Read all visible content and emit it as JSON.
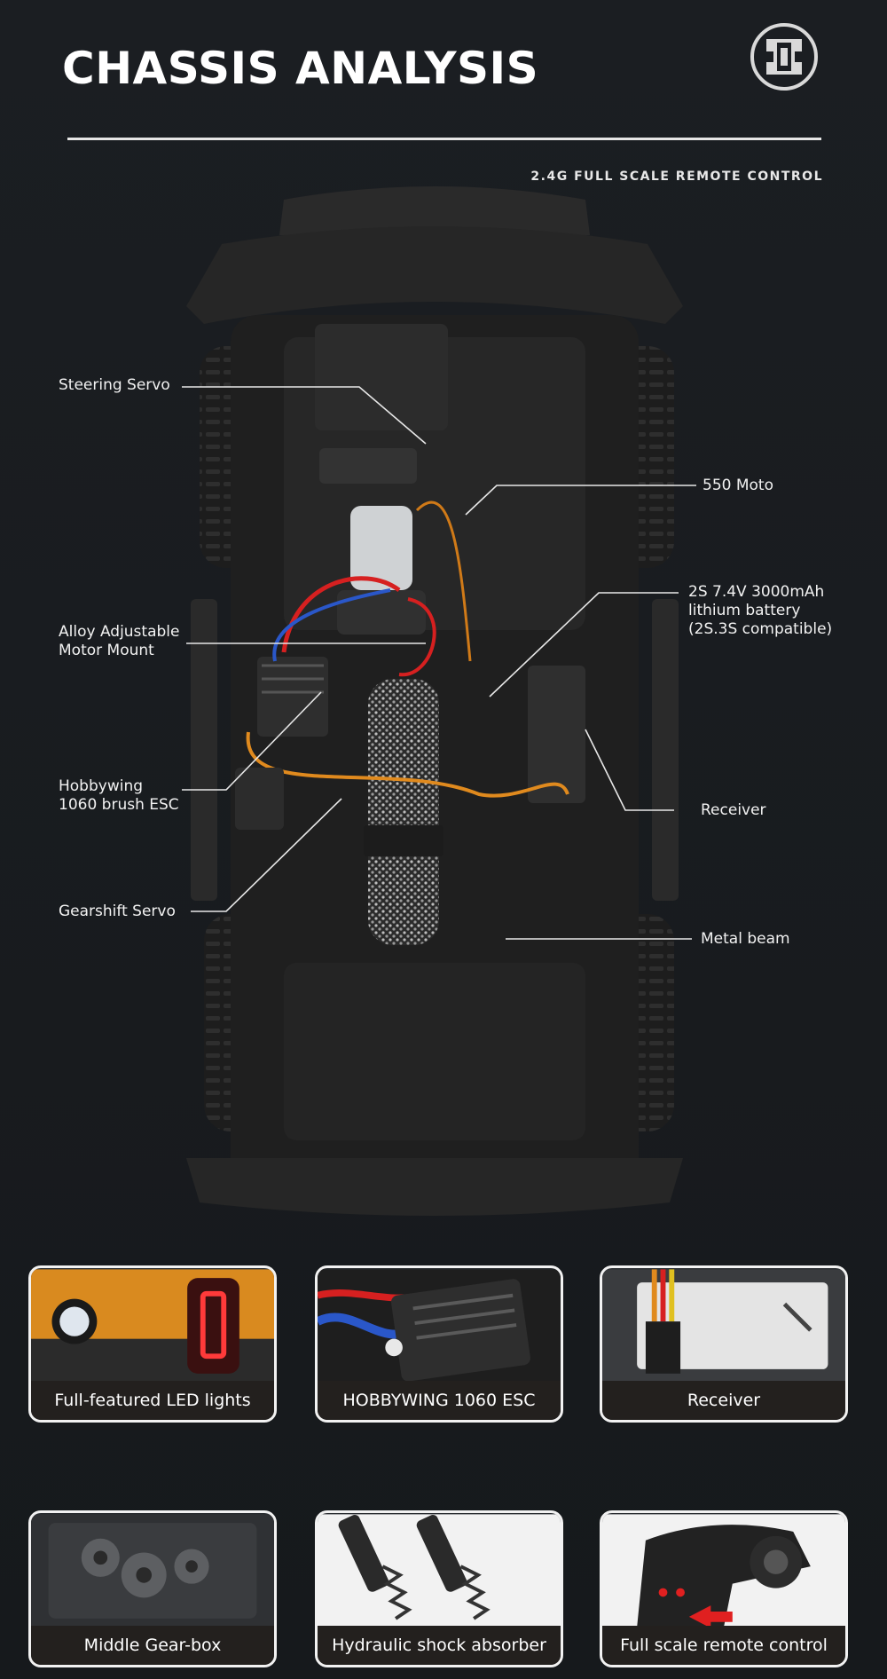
{
  "header": {
    "title": "CHASSIS ANALYSIS",
    "subtitle": "2.4G FULL SCALE REMOTE CONTROL",
    "badge_icon": "chassis-icon"
  },
  "callouts": {
    "steering_servo": "Steering Servo",
    "moto_550": "550 Moto",
    "battery": "2S 7.4V 3000mAh\nlithium battery\n (2S.3S compatible)",
    "motor_mount": "Alloy Adjustable\nMotor Mount",
    "esc": "Hobbywing\n1060 brush ESC",
    "receiver": "Receiver",
    "gearshift_servo": "Gearshift Servo",
    "metal_beam": "Metal beam"
  },
  "features": [
    {
      "caption": "Full-featured LED lights",
      "icon": "led-light-icon"
    },
    {
      "caption": "HOBBYWING 1060 ESC",
      "icon": "esc-icon"
    },
    {
      "caption": "Receiver",
      "icon": "receiver-icon"
    },
    {
      "caption": "Middle Gear-box",
      "icon": "gearbox-icon"
    },
    {
      "caption": "Hydraulic shock absorber",
      "icon": "shock-absorber-icon"
    },
    {
      "caption": "Full scale remote control",
      "icon": "remote-control-icon"
    }
  ],
  "colors": {
    "background": "#191c20",
    "text": "#ffffff",
    "accent_orange": "#e08a1e",
    "accent_red": "#e02020"
  }
}
